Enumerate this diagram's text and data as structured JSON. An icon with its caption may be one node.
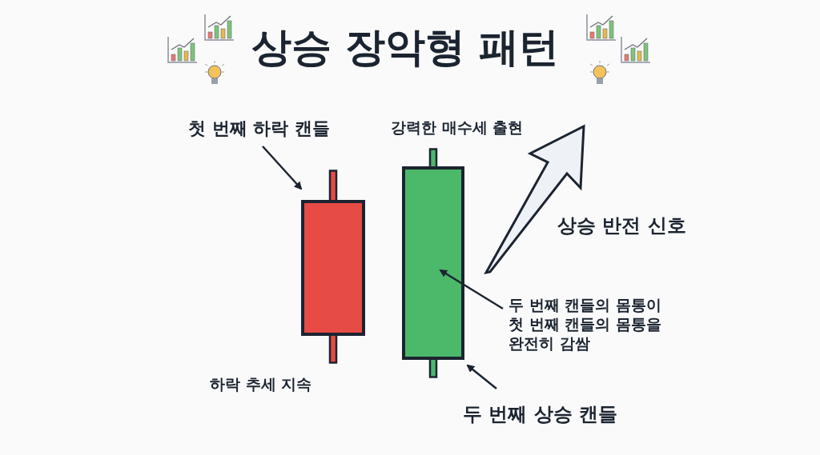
{
  "diagram": {
    "title": "상승 장악형 패턴",
    "nodes": [
      {
        "text": [
          "첫 번째 하락 캔들"
        ]
      },
      {
        "text": [],
        "shape": "bar"
      },
      {
        "text": [],
        "shape": "bar"
      },
      {
        "text": [
          "두 번째 캔들의 몸통이 첫 번째 캔들의 몸통을 완전히 감쌈"
        ]
      },
      {
        "text": [
          "두 번째 상승 캔들"
        ]
      }
    ],
    "edges": [
      {
        "from": 0,
        "to": 1,
        "arrow": "to"
      },
      {
        "from": 3,
        "to": 2,
        "arrow": "to"
      },
      {
        "from": 4,
        "to": 2,
        "arrow": "to"
      }
    ],
    "labels": [
      "강력한 매수세 출현",
      "상승 반전 신호",
      "하락 추세 지속"
    ]
  }
}
